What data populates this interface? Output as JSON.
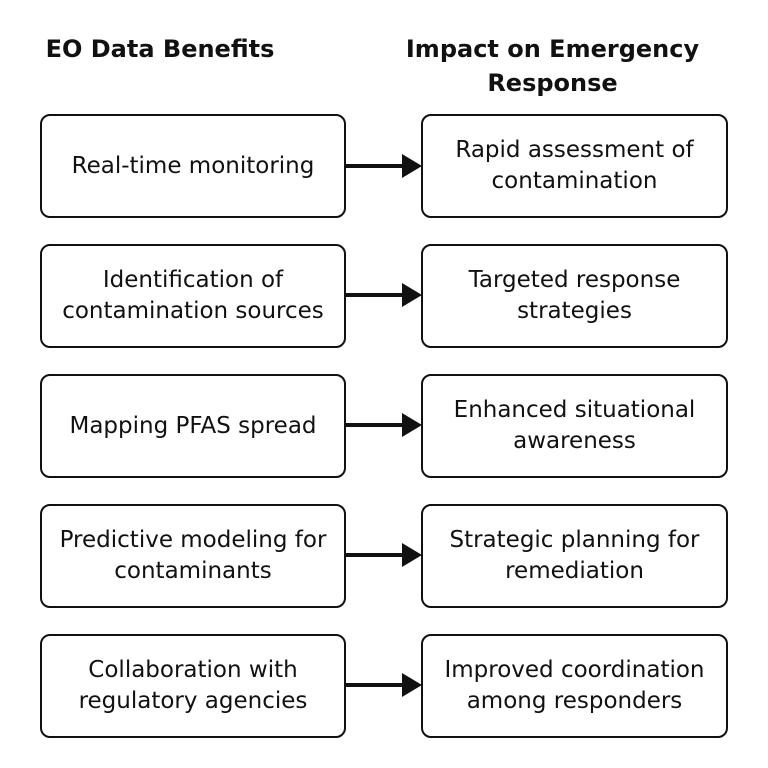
{
  "headers": {
    "left": "EO Data Benefits",
    "right": "Impact on Emergency Response"
  },
  "rows": [
    {
      "benefit": "Real-time monitoring",
      "impact": "Rapid assessment of contamination"
    },
    {
      "benefit": "Identification of contamination sources",
      "impact": "Targeted response strategies"
    },
    {
      "benefit": "Mapping PFAS spread",
      "impact": "Enhanced situational awareness"
    },
    {
      "benefit": "Predictive modeling for contaminants",
      "impact": "Strategic planning for remediation"
    },
    {
      "benefit": "Collaboration with regulatory agencies",
      "impact": "Improved coordination among responders"
    }
  ],
  "colors": {
    "stroke": "#111111",
    "background": "#ffffff"
  }
}
